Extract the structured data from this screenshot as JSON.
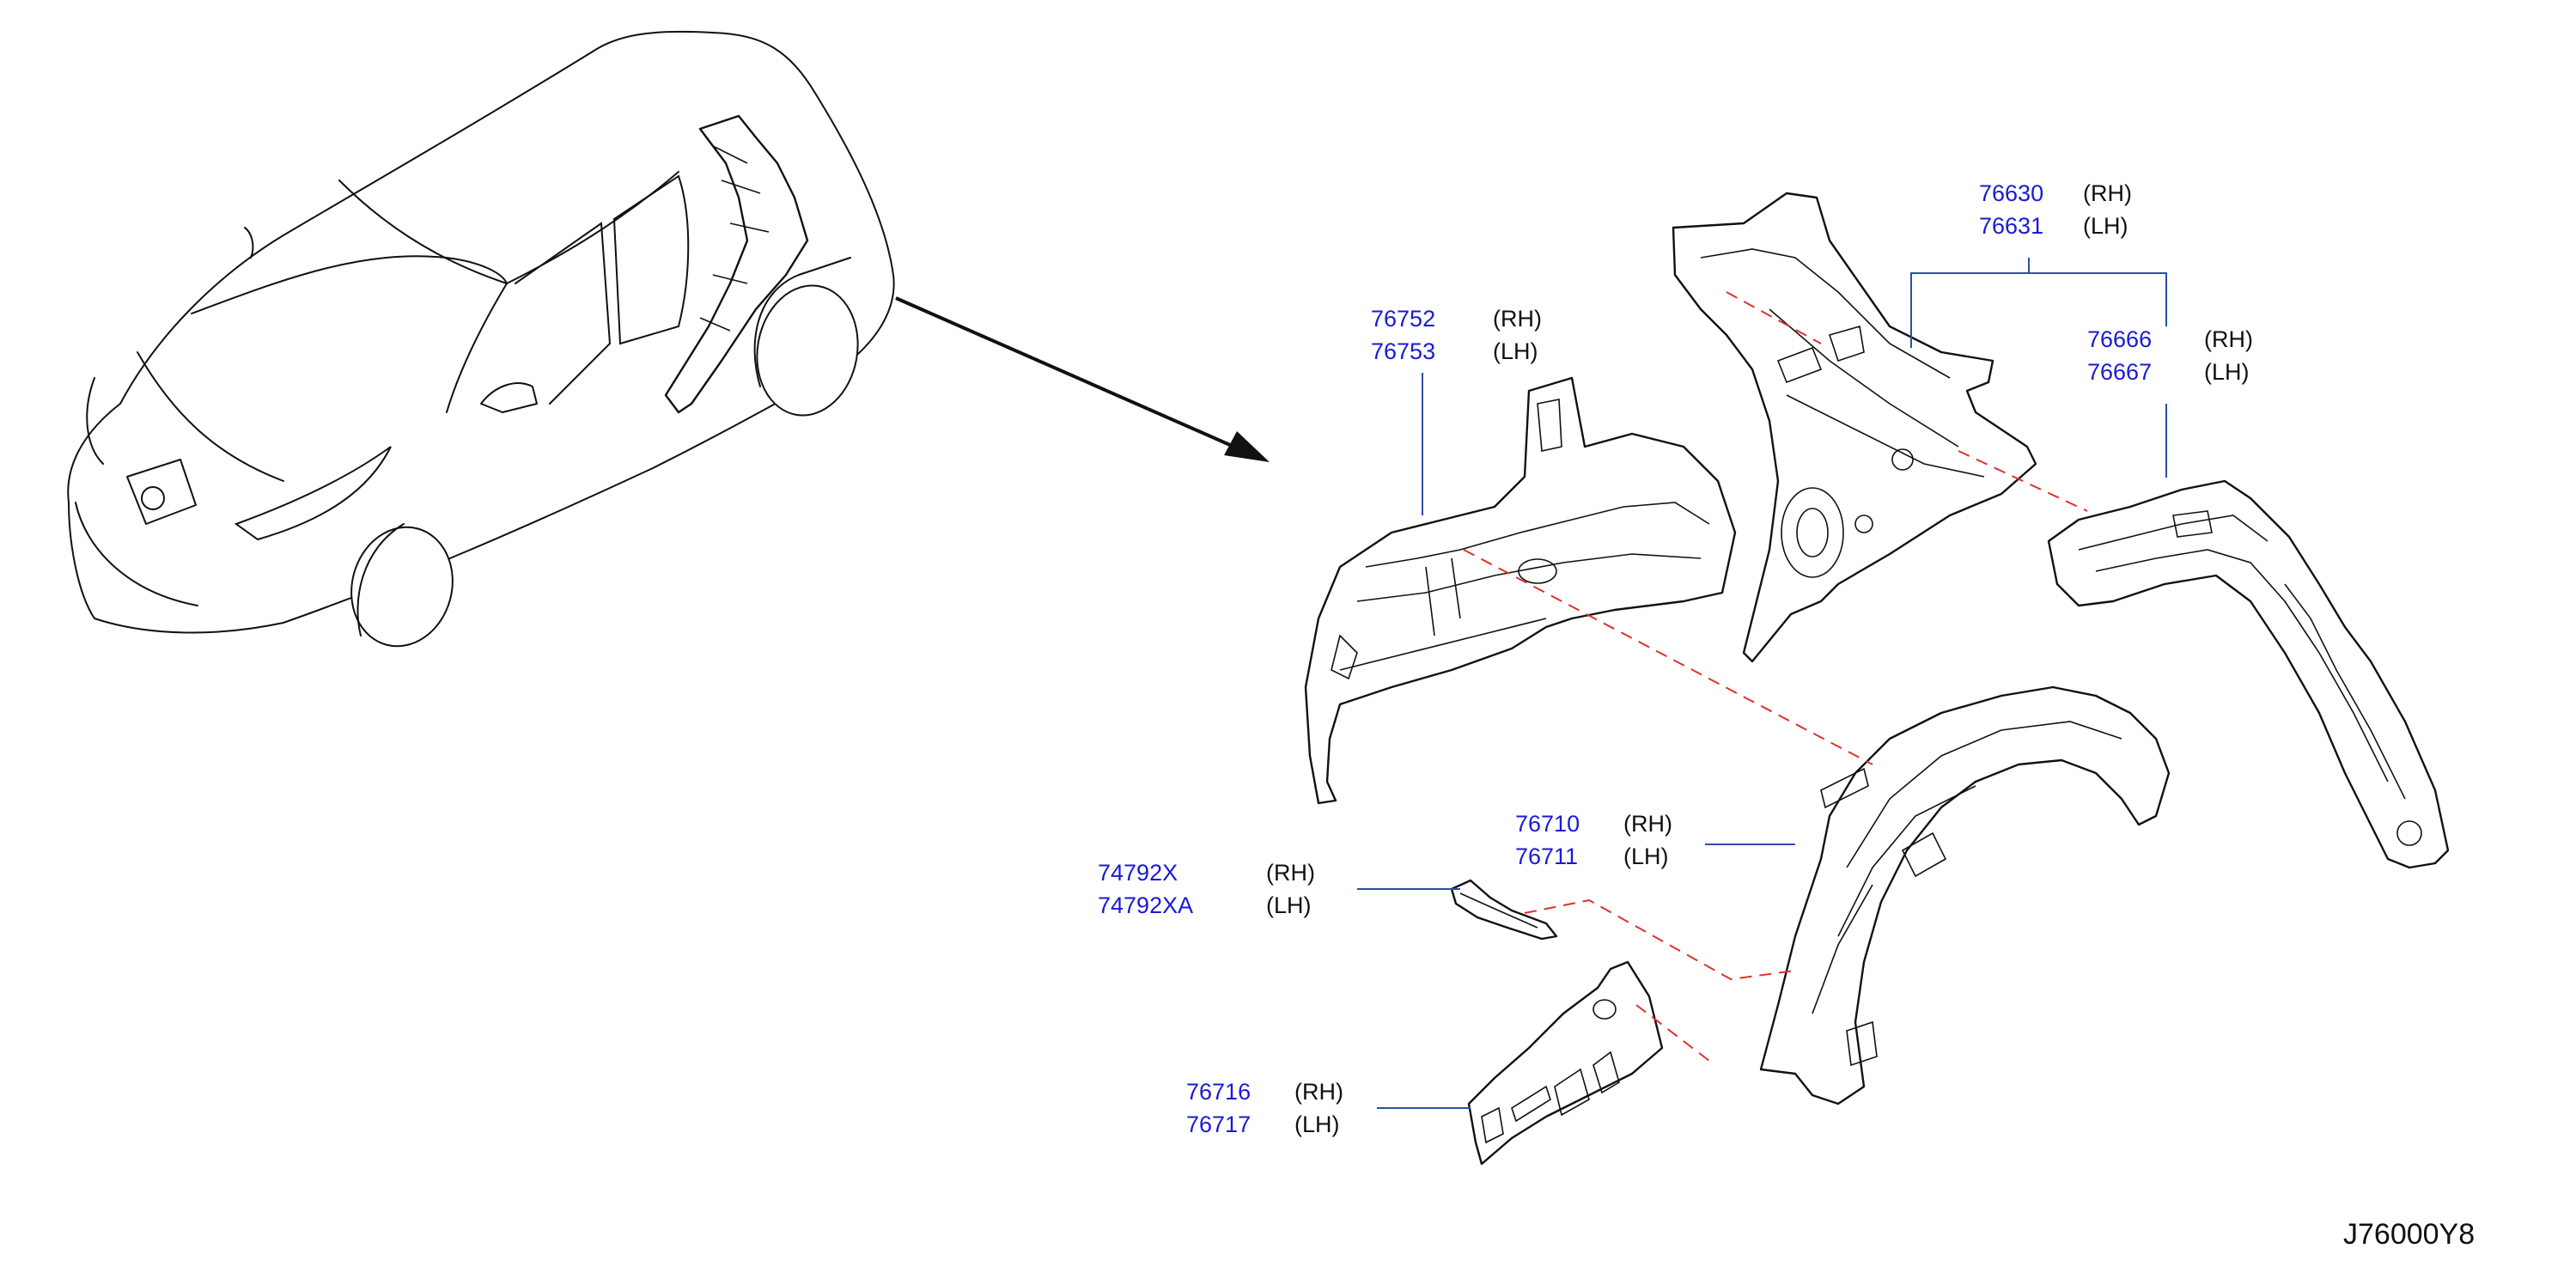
{
  "diagram_code": "J76000Y8",
  "callouts": [
    {
      "id": "76630-76631",
      "parts": [
        {
          "number": "76630",
          "side": "(RH)"
        },
        {
          "number": "76631",
          "side": "(LH)"
        }
      ]
    },
    {
      "id": "76752-76753",
      "parts": [
        {
          "number": "76752",
          "side": "(RH)"
        },
        {
          "number": "76753",
          "side": "(LH)"
        }
      ]
    },
    {
      "id": "76666-76667",
      "parts": [
        {
          "number": "76666",
          "side": "(RH)"
        },
        {
          "number": "76667",
          "side": "(LH)"
        }
      ]
    },
    {
      "id": "76710-76711",
      "parts": [
        {
          "number": "76710",
          "side": "(RH)"
        },
        {
          "number": "76711",
          "side": "(LH)"
        }
      ]
    },
    {
      "id": "74792X-74792XA",
      "parts": [
        {
          "number": "74792X",
          "side": "(RH)"
        },
        {
          "number": "74792XA",
          "side": "(LH)"
        }
      ]
    },
    {
      "id": "76716-76717",
      "parts": [
        {
          "number": "76716",
          "side": "(RH)"
        },
        {
          "number": "76717",
          "side": "(LH)"
        }
      ]
    }
  ],
  "colors": {
    "part_number": "#1a1ad6",
    "leader_line": "#2b4fa8",
    "alignment_dash": "#e0302c",
    "outline": "#111111"
  }
}
